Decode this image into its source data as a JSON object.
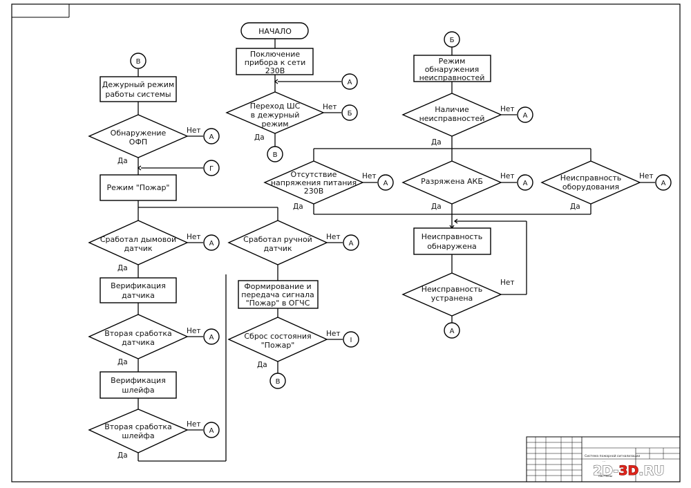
{
  "flowchart": {
    "labels": {
      "yes": "Да",
      "no": "Нет"
    },
    "connectors": {
      "A": "А",
      "B": "Б",
      "V": "В",
      "G": "Г",
      "I": "I"
    },
    "start": "НАЧАЛО",
    "power_on": [
      "Поключение",
      "прибора к сети",
      "230В"
    ],
    "transition": [
      "Переход ШС",
      "в дежурный",
      "режим"
    ],
    "duty_mode": [
      "Дежурный режим",
      "работы системы"
    ],
    "ofp_detect": [
      "Обнаружение",
      "ОФП"
    ],
    "fire_mode": "Режим \"Пожар\"",
    "smoke_triggered": [
      "Сработал дымовой",
      "датчик"
    ],
    "manual_triggered": [
      "Сработал ручной",
      "датчик"
    ],
    "verify_sensor": [
      "Верификация",
      "датчика"
    ],
    "second_sensor": [
      "Вторая сработка",
      "датчика"
    ],
    "verify_loop": [
      "Верификация",
      "шлейфа"
    ],
    "second_loop": [
      "Вторая сработка",
      "шлейфа"
    ],
    "signal_form": [
      "Формирование и",
      "передача сигнала",
      "\"Пожар\" в ОГЧС"
    ],
    "reset_fire": [
      "Сброс состояния",
      "\"Пожар\""
    ],
    "fault_mode": [
      "Режим",
      "обнаружения",
      "неисправностей"
    ],
    "fault_present": [
      "Наличие",
      "неисправностей"
    ],
    "no_voltage": [
      "Отсутствие",
      "напряжения питания",
      "230В"
    ],
    "battery_low": "Разряжена АКБ",
    "equip_fault": [
      "Неисправность",
      "оборудования"
    ],
    "fault_found": [
      "Неисправность",
      "обнаружена"
    ],
    "fault_fixed": [
      "Неисправность",
      "устранена"
    ]
  },
  "stamp": {
    "title": [
      "Система пожарной сигнализации",
      "...",
      "системы"
    ],
    "watermark_prefix": "2D-",
    "watermark_red": "3D",
    "watermark_suffix": ".RU"
  }
}
